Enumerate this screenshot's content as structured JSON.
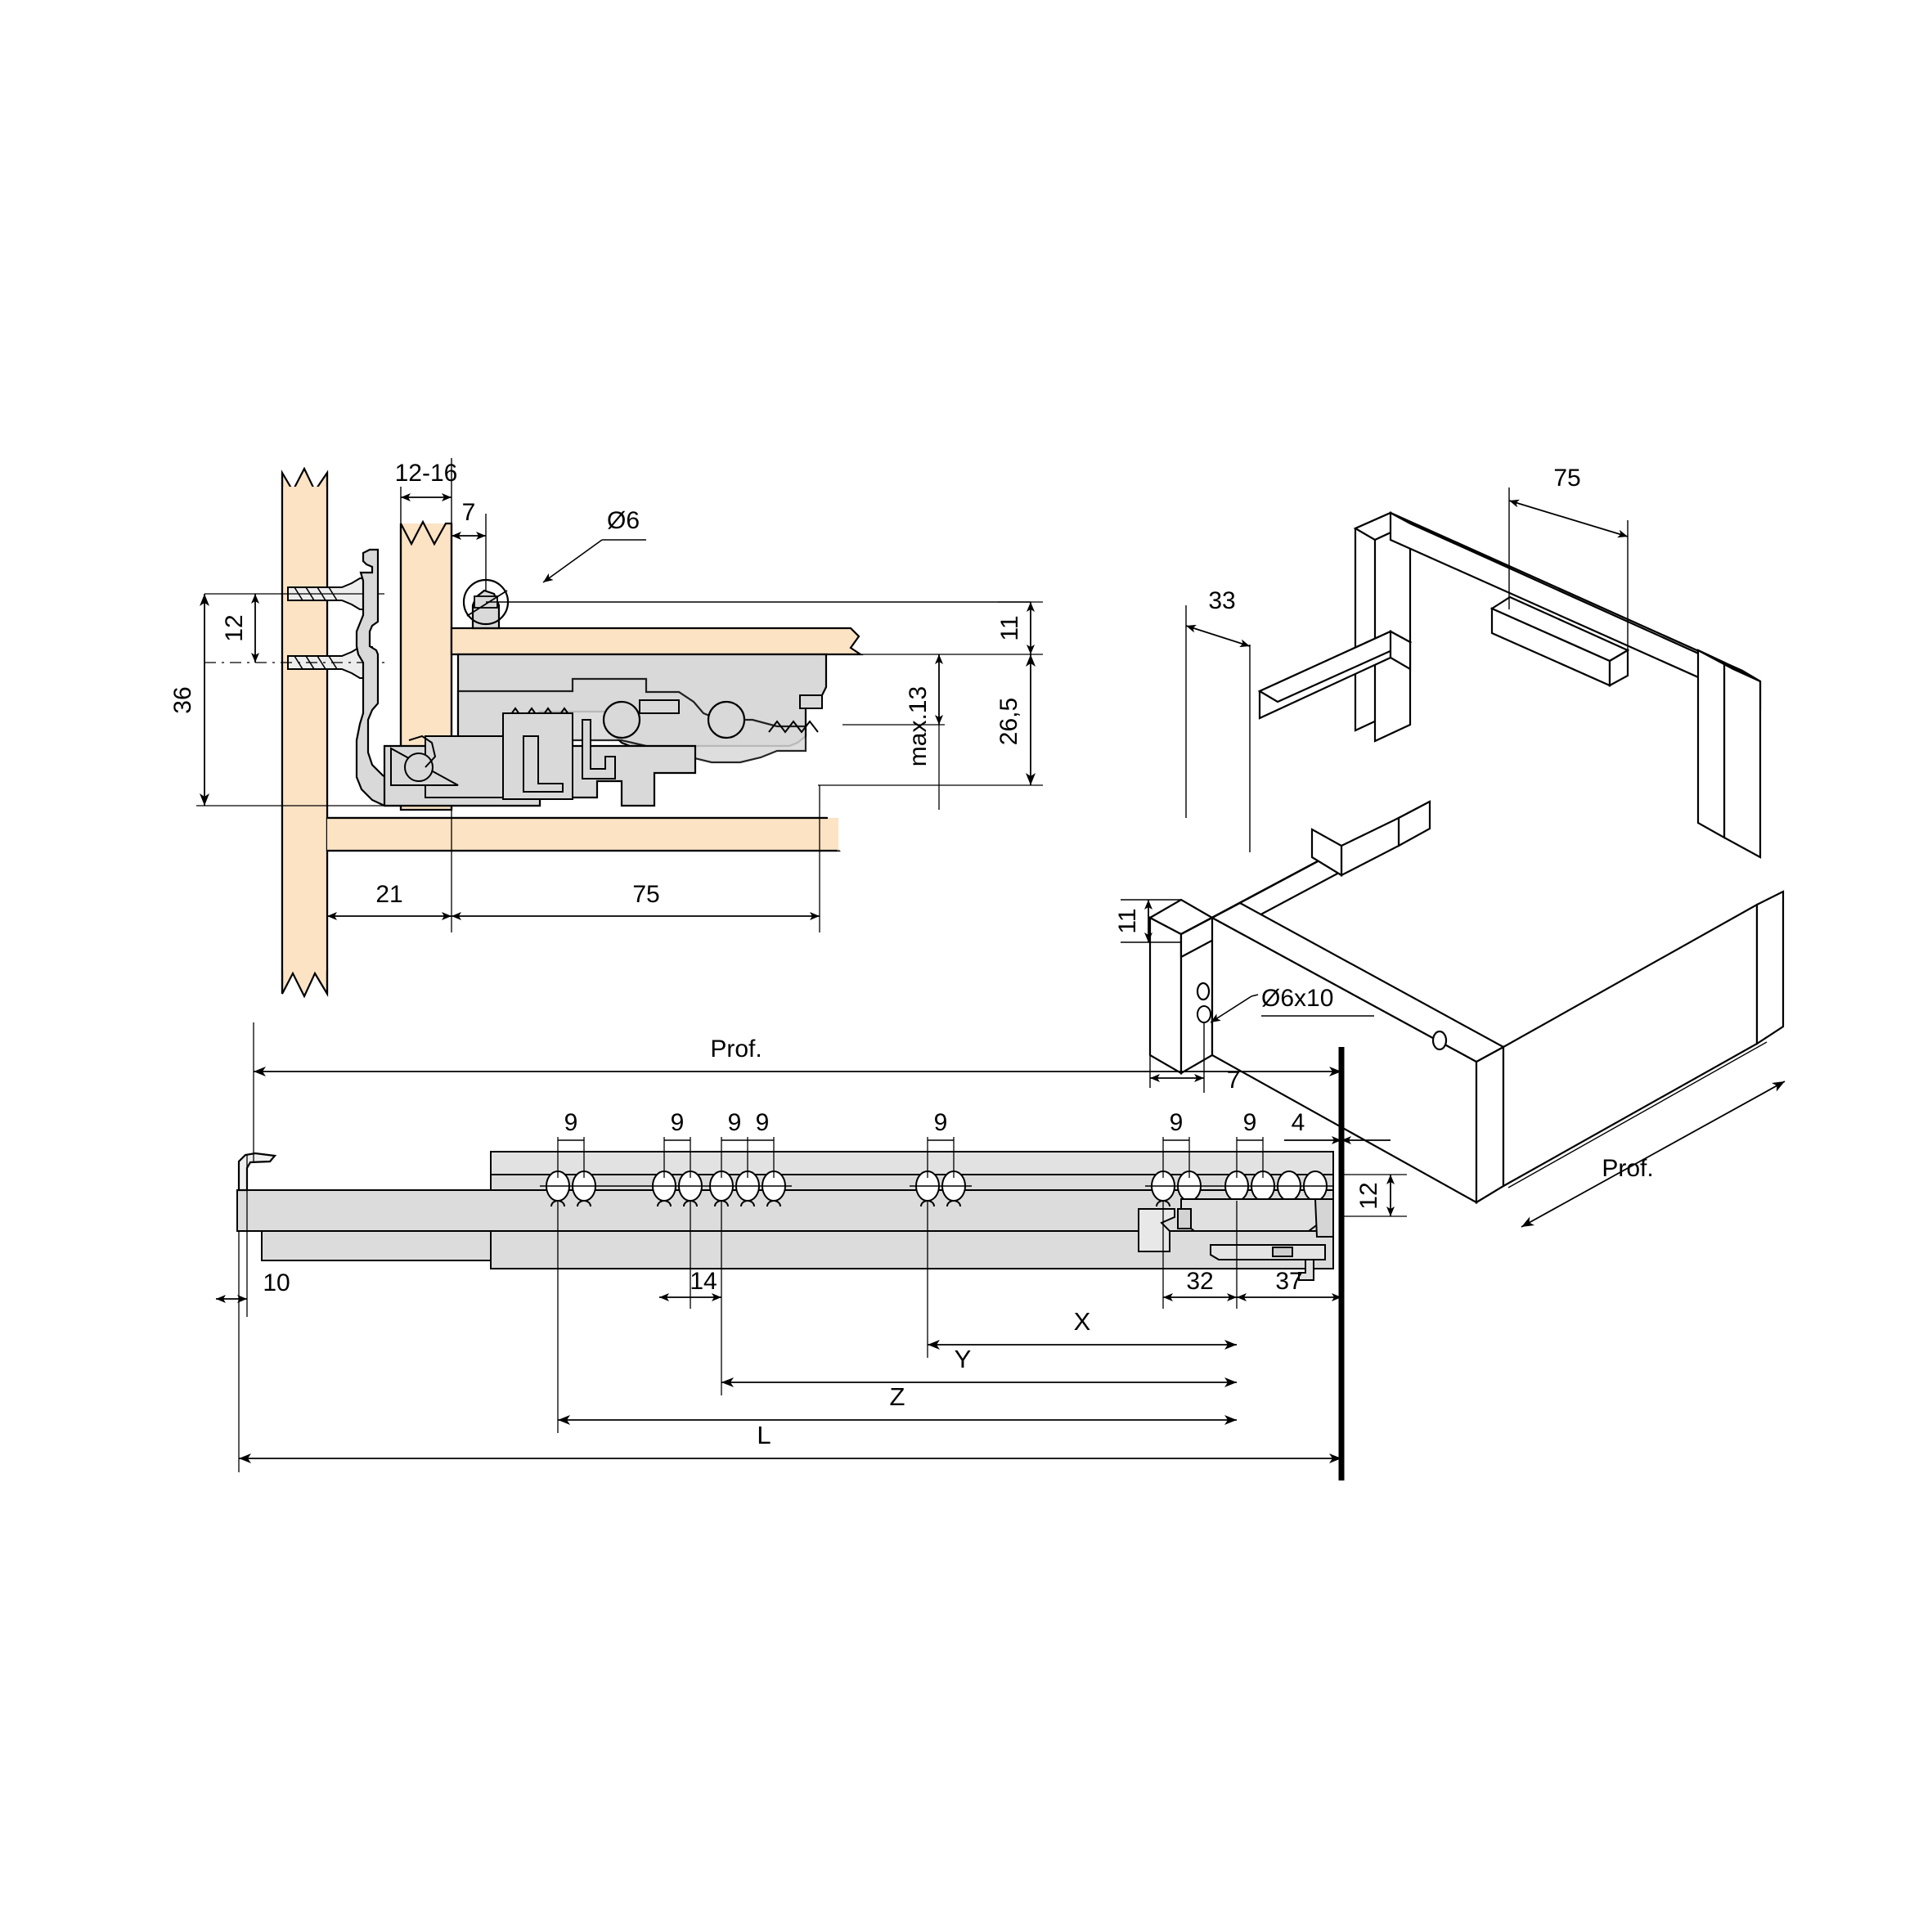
{
  "drawing": {
    "title": "Drawer slide installation drawing",
    "colors": {
      "wood": "#FBE3C4",
      "metal": "#D9D9D9",
      "metal_light": "#E8E8E8",
      "line": "#000000",
      "background": "#FFFFFF"
    }
  },
  "views": {
    "side_section": {
      "name": "side-section-view",
      "dimensions": {
        "panel_thickness": "12-16",
        "front_gap": "7",
        "hole_diameter": "Ø6",
        "screw_spacing": "12",
        "mount_height": "36",
        "top_clearance": "11",
        "slide_height": "26,5",
        "max_depth": "max.13",
        "front_offset": "21",
        "bracket_length": "75"
      }
    },
    "isometric": {
      "name": "isometric-drawer-view",
      "dimensions": {
        "rear_bracket": "75",
        "side_offset": "33",
        "hole_height": "11",
        "hole_spec": "Ø6x10",
        "hole_edge": "7",
        "depth_label": "Prof."
      }
    },
    "rail_plan": {
      "name": "rail-plan-view",
      "depth_label": "Prof.",
      "hole_pair_labels": [
        "9",
        "9",
        "9",
        "9",
        "9",
        "9",
        "9"
      ],
      "end_dim": "4",
      "rail_thickness": "12",
      "left_offset": "10",
      "group_spacing": "14",
      "right_dim_a": "32",
      "right_dim_b": "37",
      "length_labels": {
        "x": "X",
        "y": "Y",
        "z": "Z",
        "l": "L"
      }
    }
  }
}
